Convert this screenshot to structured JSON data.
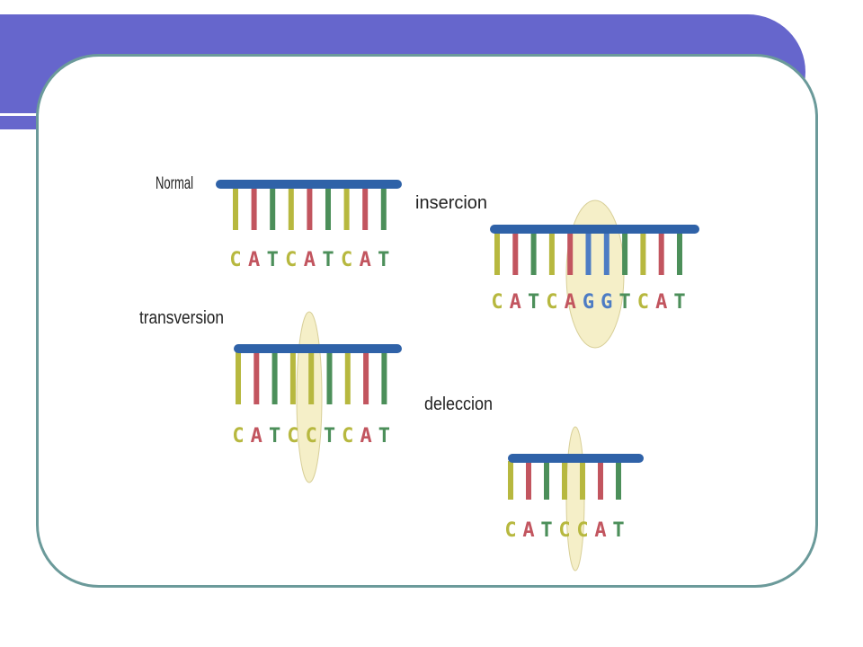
{
  "labels": {
    "normal": "Normal",
    "insercion": "insercion",
    "transversion": "transversion",
    "deleccion": "deleccion"
  },
  "colors": {
    "banner": "#6666cc",
    "frame": "#6b9a9a",
    "backbone": "#2f62a8",
    "highlight": "#f5efc8",
    "C": "#b7b83f",
    "A": "#c2555f",
    "T": "#4c8f5a",
    "G": "#4d7cc4"
  },
  "sequences": {
    "normal": [
      "C",
      "A",
      "T",
      "C",
      "A",
      "T",
      "C",
      "A",
      "T"
    ],
    "insercion": [
      "C",
      "A",
      "T",
      "C",
      "A",
      "G",
      "G",
      "T",
      "C",
      "A",
      "T"
    ],
    "transversion": [
      "C",
      "A",
      "T",
      "C",
      "C",
      "T",
      "C",
      "A",
      "T"
    ],
    "deleccion": [
      "C",
      "A",
      "T",
      "C",
      "C",
      "A",
      "T"
    ]
  }
}
